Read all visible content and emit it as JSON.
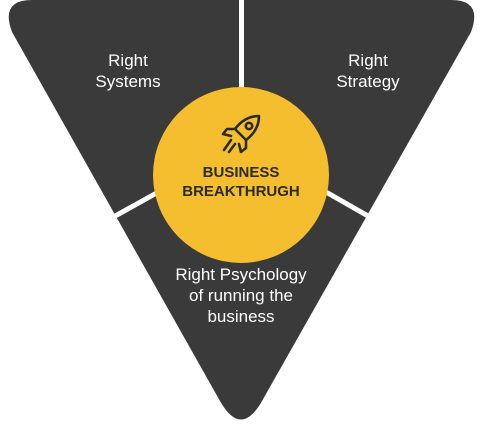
{
  "segments": {
    "left": {
      "label": "Right\nSystems"
    },
    "right": {
      "label": "Right\nStrategy"
    },
    "bottom": {
      "label": "Right Psychology\nof running the\nbusiness"
    }
  },
  "center": {
    "title": "BUSINESS\nBREAKTHRUGH",
    "icon": "rocket-icon"
  },
  "colors": {
    "segment_fill": "#3a3a3a",
    "center_fill": "#f5be2e",
    "divider": "#ffffff",
    "segment_text": "#ffffff",
    "center_text": "#2b2b2b"
  }
}
